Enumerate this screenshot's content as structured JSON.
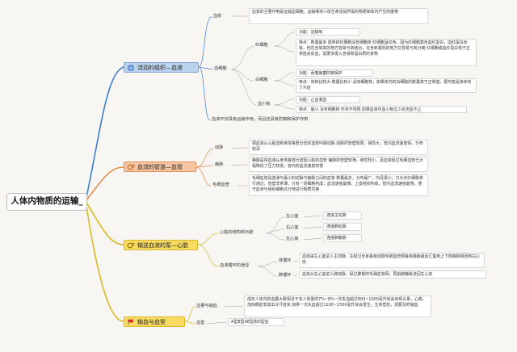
{
  "root": "人体内物质的运输_",
  "topics": [
    {
      "label": "流动的组织—血液",
      "icon": "globe-icon",
      "children": [
        {
          "label": "血浆",
          "desc": "血浆的主要作用是运载血细胞，运输维持人体生命活动所需的物质和体内产生的废物"
        },
        {
          "label": "血细胞",
          "children": [
            {
              "label": "红细胞",
              "items": [
                "功能：运输氧",
                "特点：数量最多 成熟的红细胞没有细胞核 红细胞呈红色，因为红细胞富含血红蛋白，血红蛋白含铁，他在含氧高的地方容易与氧结合，在含氧量低的地方又容易与氧分离 红细胞或血红蛋白低于正常值会贫血，需要多摄入含铁和蛋白质的食物"
              ]
            },
            {
              "label": "白细胞",
              "items": [
                "功能：吞噬病菌防御保护",
                "特点：体积比较大 数量比较少 具有细胞核，如果体内的白细胞的数量高于正常值，很可能是身体有了炎症"
              ]
            },
            {
              "label": "血小板",
              "items": [
                "功能：止血凝血",
                "特点：最小 没有细胞核 形状不规则 如果血液中血小板过少会流血不止"
              ]
            }
          ]
        },
        {
          "label": "血液不仅具有运输作用，而且还具有防御和保护作用"
        }
      ]
    },
    {
      "label": "血流的管道—血管",
      "icon": "gears-icon",
      "children": [
        {
          "label": "动脉",
          "desc": "把血液从心脏送到身体各部分去的血管叫做动脉 动脉的管壁较厚，弹性大，管内血流速度快，分布较深"
        },
        {
          "label": "静脉",
          "desc": "静脉是将血液从身体各部分送回心脏的血管 静脉的管壁较薄，弹性较小，且血液经过毛细血管已大幅降低了压力较低，管内的血流速度较慢"
        },
        {
          "label": "毛细血管",
          "desc": "毛细血管是连通与最小的动脉与静脉之间的血管 数量最多，分布最广，内径很小，只允许红细胞单行通过，管壁非常薄，只有一层细胞构成；血流速度最慢。上皮组织构成，管内血流速度最慢，便于血液与组织细胞充分地进行物质交换"
        }
      ]
    },
    {
      "label": "输送血液的泵—心脏",
      "icon": "gears-icon",
      "children": [
        {
          "label": "心脏的结构和功能",
          "children": [
            {
              "label": "左心室",
              "desc": "连接主动脉"
            },
            {
              "label": "右心室",
              "desc": "连接肺动脉"
            },
            {
              "label": "左心房",
              "desc": "连接肺静脉"
            }
          ]
        },
        {
          "label": "血液循环的途径",
          "children": [
            {
              "label": "体循环",
              "desc": "血液由左心室进入主动脉，在经过全身各级动脉毛细血管网各级静脉最后汇集到上下腔静脉带回到右心房"
            },
            {
              "label": "肺循环",
              "desc": "血液从右心室进入肺动脉，经过肺部的毛细血管网，再由肺静脉流回左心房"
            }
          ]
        }
      ]
    },
    {
      "label": "输血与血型",
      "icon": "flag-icon",
      "children": [
        {
          "label": "血量与输血",
          "desc": "成年人体内的血量大致相当于本人体重的7%~8%一次失血超过800~1000毫升就会出现头晕，心跳，加快眼前发黑出冷汗症状 如果一次失血超过1200~1500毫升就会发生，生命危险，需要及时输血"
        },
        {
          "label": "血型",
          "desc": "A型B型AB型和O型血"
        }
      ]
    }
  ],
  "colors": {
    "branch_blue": "#3d7fd0",
    "branch_orange": "#e28b49",
    "branch_yellow": "#dcb727",
    "topic_blue": "#bcd3ee",
    "topic_orange": "#f6c49f",
    "topic_yellow": "#f7db63",
    "flag_red": "#d62828"
  }
}
